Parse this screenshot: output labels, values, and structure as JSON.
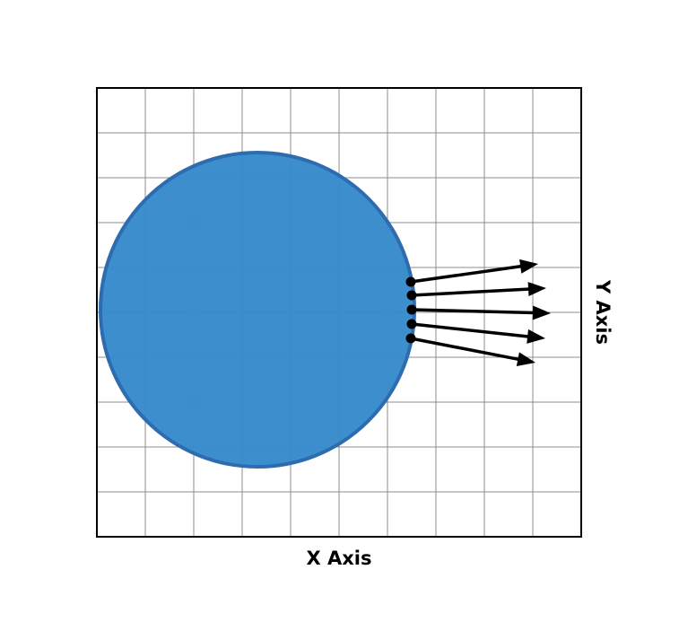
{
  "labels": {
    "x_axis": "X Axis",
    "y_axis": "Y Axis"
  },
  "colors": {
    "background": "#ffffff",
    "grid_line": "#8c8c8c",
    "frame": "#000000",
    "circle_fill": "#3589cb",
    "circle_stroke": "#2e6cb0",
    "arrow": "#000000"
  },
  "grid": {
    "columns": 10,
    "rows": 10
  },
  "arrows": {
    "count": 5
  }
}
